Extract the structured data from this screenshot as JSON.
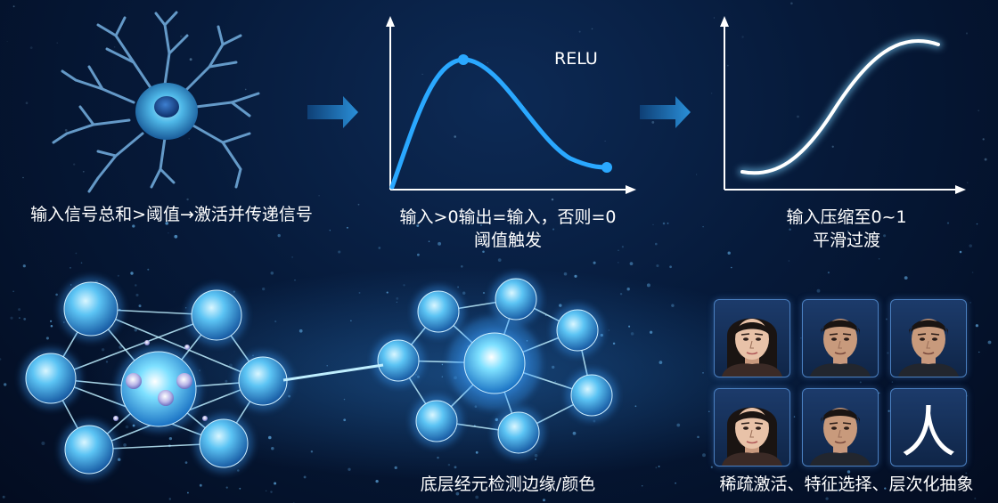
{
  "colors": {
    "accent": "#2aa8ff",
    "glow": "#7fd4ff",
    "axis": "#ffffff",
    "arrow": "#1f7fc8",
    "face_border": "#4a7fc0"
  },
  "panels": {
    "neuron": {
      "caption": "输入信号总和>阈值→激活并传递信号"
    },
    "relu": {
      "curve_label": "RELU",
      "caption_line1": "输入>0输出=输入，否则=0",
      "caption_line2": "阈值触发"
    },
    "sigmoid": {
      "caption_line1": "输入压缩至0~1",
      "caption_line2": "平滑过渡"
    }
  },
  "bottom": {
    "network_caption": "底层经元检测边缘/颜色",
    "faces_caption": "稀疏激活、特征选择、层次化抽象",
    "faces": [
      {
        "kind": "female-portrait-icon"
      },
      {
        "kind": "male-portrait-icon"
      },
      {
        "kind": "male-portrait-icon"
      },
      {
        "kind": "female-portrait-icon"
      },
      {
        "kind": "male-portrait-icon"
      },
      {
        "kind": "character",
        "text": "人"
      }
    ]
  }
}
